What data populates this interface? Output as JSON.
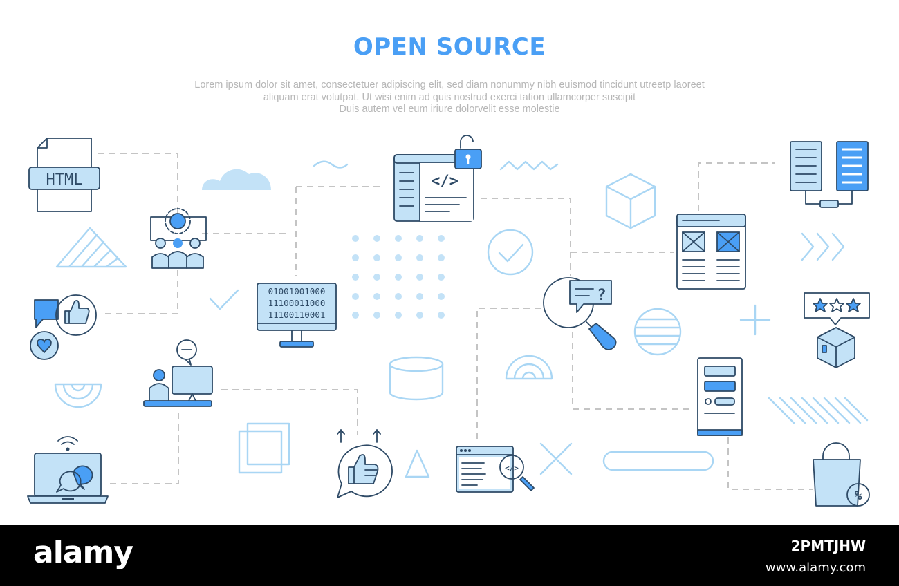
{
  "title": "OPEN SOURCE",
  "subtitle_lines": [
    "Lorem ipsum dolor sit amet, consectetuer adipiscing elit, sed diam nonummy nibh euismod tincidunt utreetp laoreet",
    "aliquam erat volutpat. Ut wisi enim ad  quis nostrud exerci tation ullamcorper suscipit",
    "Duis autem vel eum iriure dolorvelit esse molestie"
  ],
  "icons": {
    "html_file_label": "HTML",
    "binary_lines": [
      "01001001000",
      "11100011000",
      "11100110001"
    ],
    "code_tag": "</>",
    "search_question": "?",
    "percent_sign": "%"
  },
  "colors": {
    "accent": "#4a9ff5",
    "light_fill": "#c3e2f7",
    "stroke": "#2e4a66",
    "decor": "#a9d6f4",
    "dashes": "#c4c4c4"
  },
  "footer": {
    "brand": "alamy",
    "image_id": "2PMTJHW",
    "site": "www.alamy.com"
  }
}
